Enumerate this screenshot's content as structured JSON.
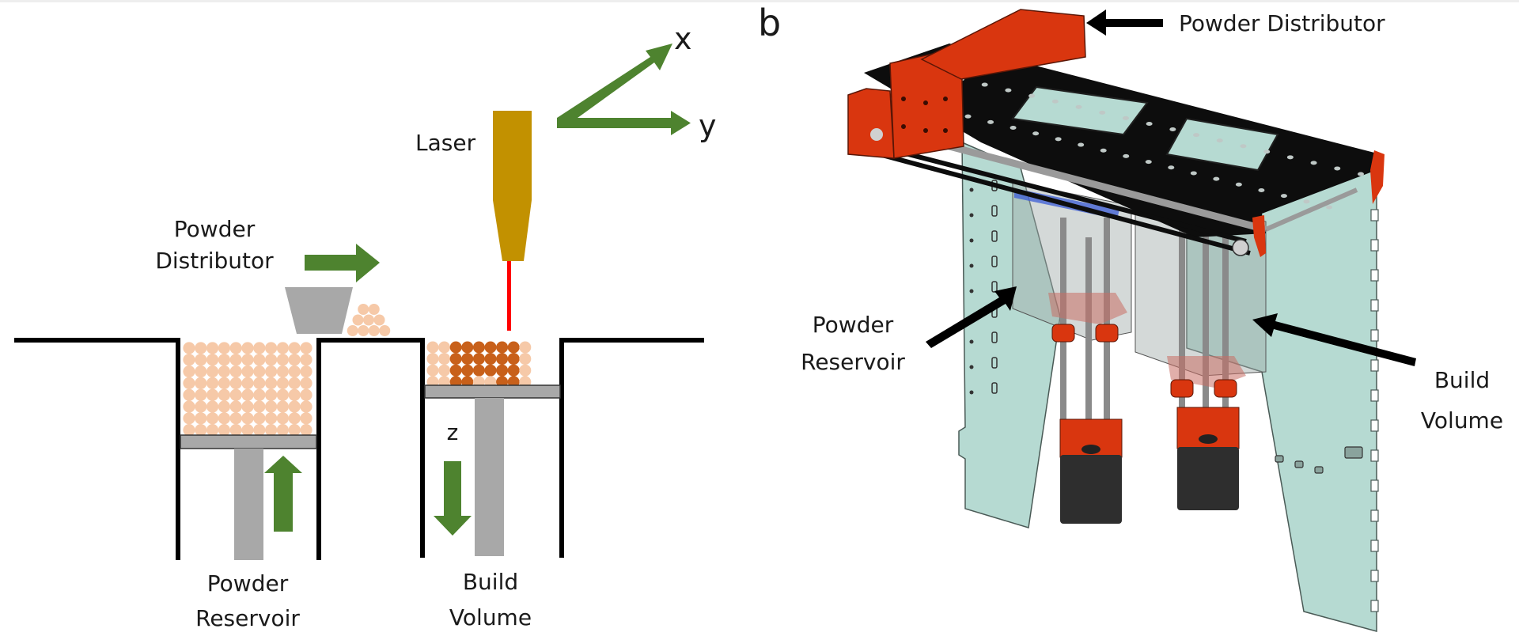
{
  "figure": {
    "panel_a": {
      "labels": {
        "axis_x": "x",
        "axis_y": "y",
        "axis_z": "z",
        "laser": "Laser",
        "distributor_line1": "Powder",
        "distributor_line2": "Distributor",
        "reservoir_line1": "Powder",
        "reservoir_line2": "Reservoir",
        "build_line1": "Build",
        "build_line2": "Volume"
      },
      "colors": {
        "arrow_green": "#4e832f",
        "laser_body": "#c29100",
        "laser_beam": "#ff0000",
        "powder_loose": "#f6c9a8",
        "powder_sintered": "#c8601a",
        "platform_gray": "#a8a8a8",
        "wall_black": "#000000"
      },
      "powder": {
        "reservoir_grid": {
          "cols": 11,
          "rows": 8
        },
        "build_grid": {
          "cols": 9,
          "rows": 4
        },
        "build_sintered_pattern": [
          "..######.",
          "..######.",
          "..######.",
          "..##..##."
        ],
        "pile_rows": [
          2,
          3,
          4
        ]
      }
    },
    "panel_b": {
      "panel_label": "b",
      "labels": {
        "distributor": "Powder Distributor",
        "reservoir_line1": "Powder",
        "reservoir_line2": "Reservoir",
        "build_line1": "Build",
        "build_line2": "Volume"
      },
      "colors": {
        "plate": "#b6dad2",
        "frame_red": "#d9360f",
        "top_black": "#0d0d0d",
        "motor_black": "#2e2e2e",
        "rod_gray": "#9a9a9a",
        "bed_blue": "#3b5bd6"
      }
    }
  }
}
